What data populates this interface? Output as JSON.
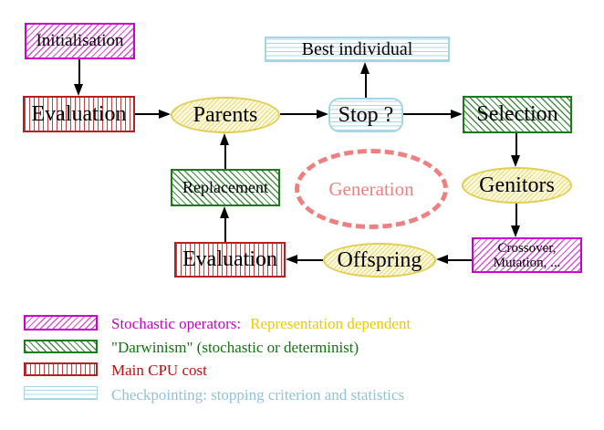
{
  "nodes": {
    "initialisation": "Initialisation",
    "evaluation_top": "Evaluation",
    "parents": "Parents",
    "best_individual": "Best individual",
    "stop": "Stop ?",
    "selection": "Selection",
    "genitors": "Genitors",
    "crossover_line1": "Crossover,",
    "crossover_line2": "Mutation, ...",
    "offspring": "Offspring",
    "evaluation_bottom": "Evaluation",
    "replacement": "Replacement",
    "generation": "Generation"
  },
  "legend": [
    {
      "swatch": "stochastic-operators-swatch",
      "label": "Stochastic operators:",
      "label2": "Representation dependent"
    },
    {
      "swatch": "darwinism-swatch",
      "label": "\"Darwinism\" (stochastic or determinist)"
    },
    {
      "swatch": "cpu-cost-swatch",
      "label": "Main CPU cost"
    },
    {
      "swatch": "checkpointing-swatch",
      "label": "Checkpointing: stopping criterion and statistics"
    }
  ],
  "colors": {
    "magenta": "#cc00cc",
    "dark_green": "#1c7c1c",
    "brick_red": "#b22222",
    "light_blue": "#a6d6e6",
    "yellow_border": "#e3cd55",
    "salmon": "#ef8080",
    "gold_text": "#eecb00",
    "green_text": "#107710",
    "dark_red_text": "#bb1111",
    "blue_text": "#8fc3e0"
  }
}
